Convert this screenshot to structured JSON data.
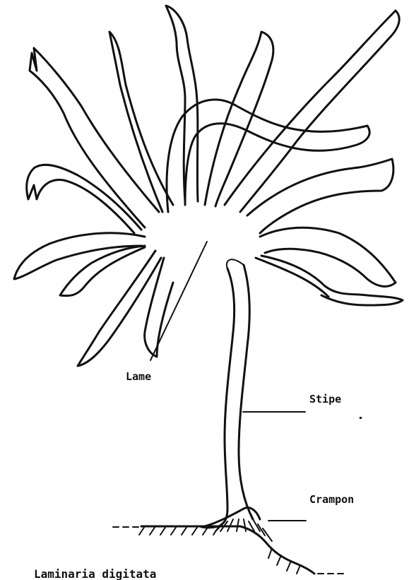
{
  "labels": {
    "lame": "Lame",
    "stipe": "Stipe",
    "crampon": "Crampon"
  },
  "caption": "Laminaria digitata",
  "colors": {
    "ink": "#111111",
    "background": "#ffffff"
  }
}
